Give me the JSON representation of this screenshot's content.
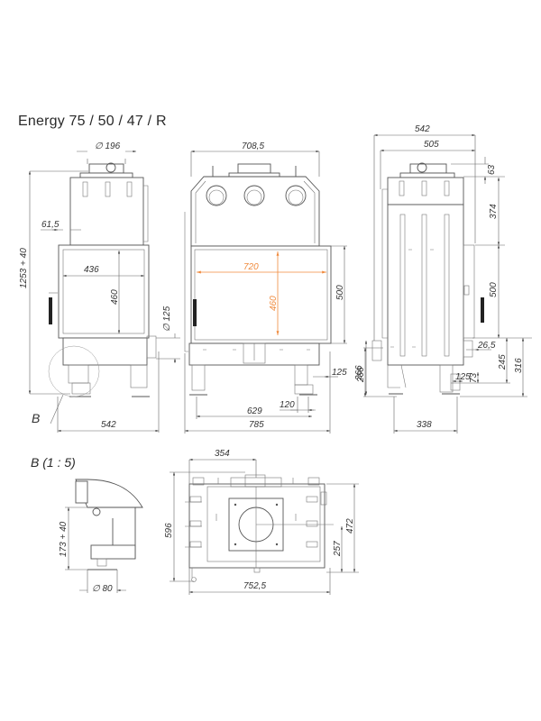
{
  "title": "Energy 75 / 50 / 47 / R",
  "detail_title": "B (1 : 5)",
  "accent_color": "#f08a3c",
  "line_color": "#555555",
  "side_view_left": {
    "flue_diameter": "∅ 196",
    "total_height": "1253 + 40",
    "offset": "61,5",
    "opening_width": "436",
    "opening_height": "460",
    "air_inlet_diameter": "∅ 125",
    "depth": "542",
    "detail_marker": "B"
  },
  "front_view": {
    "top_width": "708,5",
    "glass_width": "720",
    "glass_height": "460",
    "door_height": "500",
    "leg_offset": "125",
    "leg_spacing_small": "120",
    "leg_spacing": "629",
    "total_width": "785",
    "base_height": "266"
  },
  "side_view_right": {
    "total_depth": "542",
    "body_depth": "505",
    "collar_height": "63",
    "top_section": "374",
    "door_height": "500",
    "offset": "26,5",
    "height_245": "245",
    "height_316": "316",
    "inlet_width": "125",
    "inlet_height": "73",
    "base_height": "266",
    "leg_spacing": "338"
  },
  "detail_b": {
    "leg_height": "173 + 40",
    "foot_diameter": "∅ 80"
  },
  "top_view": {
    "flue_offset": "354",
    "depth": "596",
    "depth_472": "472",
    "depth_257": "257",
    "width": "752,5"
  }
}
